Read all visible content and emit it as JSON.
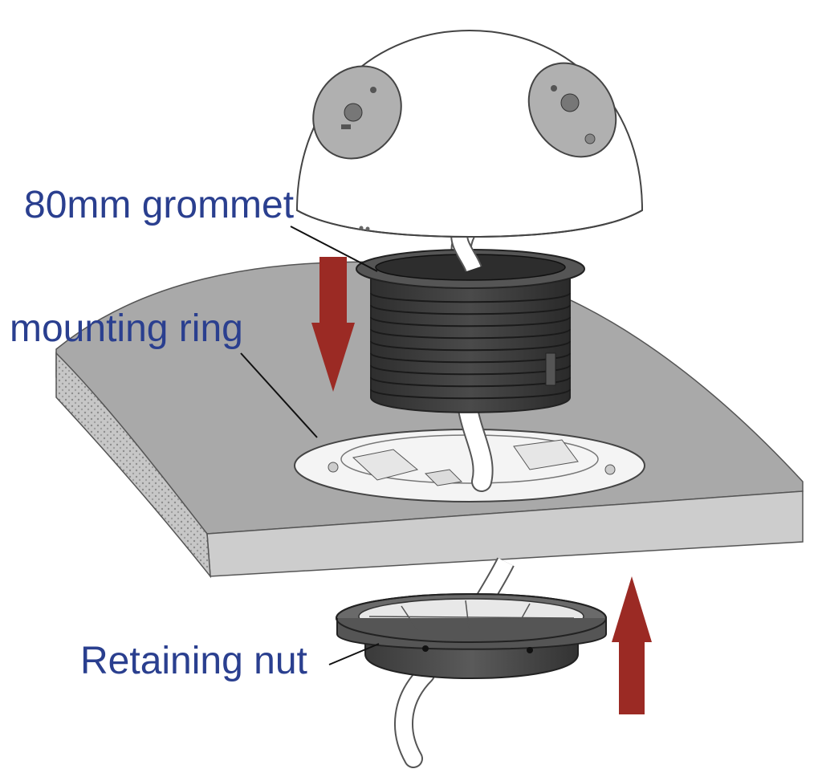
{
  "labels": {
    "grommet": "80mm grommet",
    "mounting_ring": "mounting ring",
    "retaining_nut": "Retaining nut"
  },
  "colors": {
    "label_text": "#2a3f8f",
    "arrow": "#9b2a24",
    "desk_top": "#a9a9a9",
    "desk_edge": "#c9c9c9",
    "grommet_body": "#3a3a3a",
    "dome": "#ffffff",
    "socket_plate": "#b0b0b0"
  },
  "arrows": [
    {
      "name": "down-arrow",
      "direction": "down"
    },
    {
      "name": "up-arrow",
      "direction": "up"
    }
  ]
}
